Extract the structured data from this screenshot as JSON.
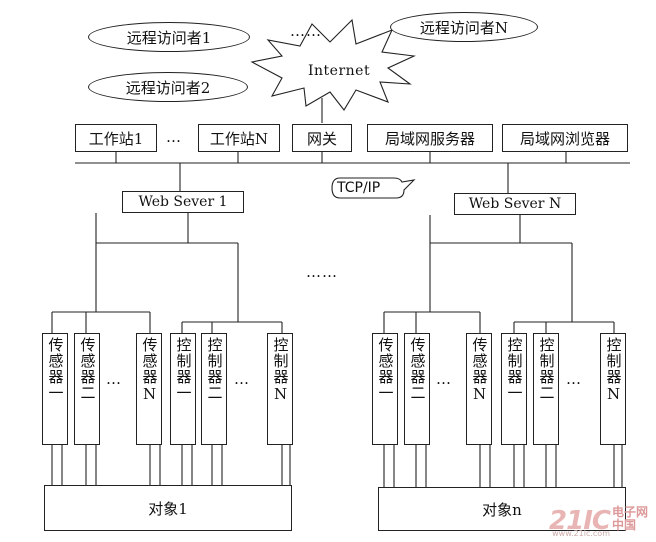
{
  "remote": {
    "visitor1": "远程访问者1",
    "visitor2": "远程访问者2",
    "visitorN": "远程访问者N",
    "ellipsis": "……",
    "internet": "Internet"
  },
  "lan": {
    "workstation1": "工作站1",
    "ellipsis": "…",
    "workstationN": "工作站N",
    "gateway": "网关",
    "lan_server": "局域网服务器",
    "lan_browser": "局域网浏览器",
    "protocol": "TCP/IP"
  },
  "servers": {
    "server1": "Web Sever 1",
    "serverN": "Web Sever N",
    "ellipsis": "……"
  },
  "devices": {
    "sensor1": "传感器一",
    "sensor2": "传感器二",
    "sensorN": "传感器N",
    "ctrl1": "控制器一",
    "ctrl2": "控制器二",
    "ctrlN": "控制器N",
    "ellipsis": "…"
  },
  "objects": {
    "object1": "对象1",
    "objectN": "对象n"
  },
  "watermark": {
    "num": "21IC",
    "cn_top": "电子网",
    "cn_bottom": "中国",
    "url": "www.21ic.com"
  }
}
